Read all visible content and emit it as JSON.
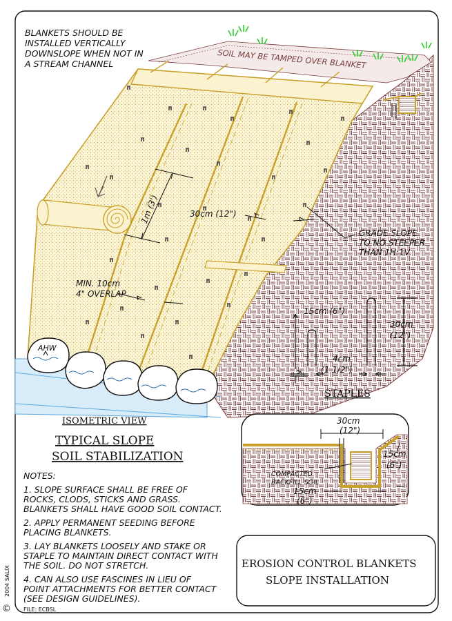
{
  "top_note": [
    "BLANKETS SHOULD BE",
    "INSTALLED VERTICALLY",
    "DOWNSLOPE WHEN NOT IN",
    "A STREAM CHANNEL"
  ],
  "soil_note": "SOIL MAY BE TAMPED OVER BLANKET",
  "dim_1m": "1m (3')",
  "dim_30cm_wide": "30cm (12\")",
  "grade_note": [
    "GRADE SLOPE",
    "TO NO STEEPER",
    "THAN 1H:1V."
  ],
  "overlap_note": [
    "MIN. 10cm",
    "4\" OVERLAP"
  ],
  "ahw": "AHW",
  "staples": {
    "title": "STAPLES",
    "leg": "15cm (6\")",
    "height": [
      "30cm",
      "(12\")"
    ],
    "gap": [
      "4cm",
      "(1 1/2\")"
    ]
  },
  "detail": {
    "width": [
      "30cm",
      "(12\")"
    ],
    "depth_right": [
      "15cm",
      "(6\")"
    ],
    "backfill": [
      "COMPACTED",
      "BACKFILL SOIL"
    ],
    "depth_bottom": [
      "15cm",
      "(6\")"
    ]
  },
  "iso_view": "ISOMETRIC VIEW",
  "title_main": [
    "TYPICAL SLOPE",
    "SOIL STABILIZATION"
  ],
  "notes_heading": "NOTES:",
  "notes": [
    [
      "1. SLOPE SURFACE SHALL BE FREE OF",
      "ROCKS, CLODS, STICKS AND GRASS.",
      "BLANKETS SHALL HAVE GOOD SOIL CONTACT."
    ],
    [
      "2. APPLY PERMANENT SEEDING BEFORE",
      "PLACING BLANKETS."
    ],
    [
      "3. LAY BLANKETS LOOSELY AND STAKE OR",
      "STAPLE TO MAINTAIN DIRECT CONTACT WITH",
      "THE SOIL. DO NOT STRETCH."
    ],
    [
      "4. CAN ALSO USE FASCINES IN LIEU OF",
      "POINT ATTACHMENTS FOR BETTER CONTACT",
      "(SEE DESIGN GUIDELINES)."
    ]
  ],
  "title_block": [
    "EROSION CONTROL BLANKETS",
    "SLOPE INSTALLATION"
  ],
  "copyright": "2004 SALIX",
  "copyright_symbol": "©",
  "file": "FILE:  ECBSL",
  "colors": {
    "blanket": "#c8a02a",
    "blanket_fill": "#f2e6a8",
    "soil": "#7a3b3b",
    "water": "#8ec8f0",
    "grass": "#2ecc2e"
  }
}
